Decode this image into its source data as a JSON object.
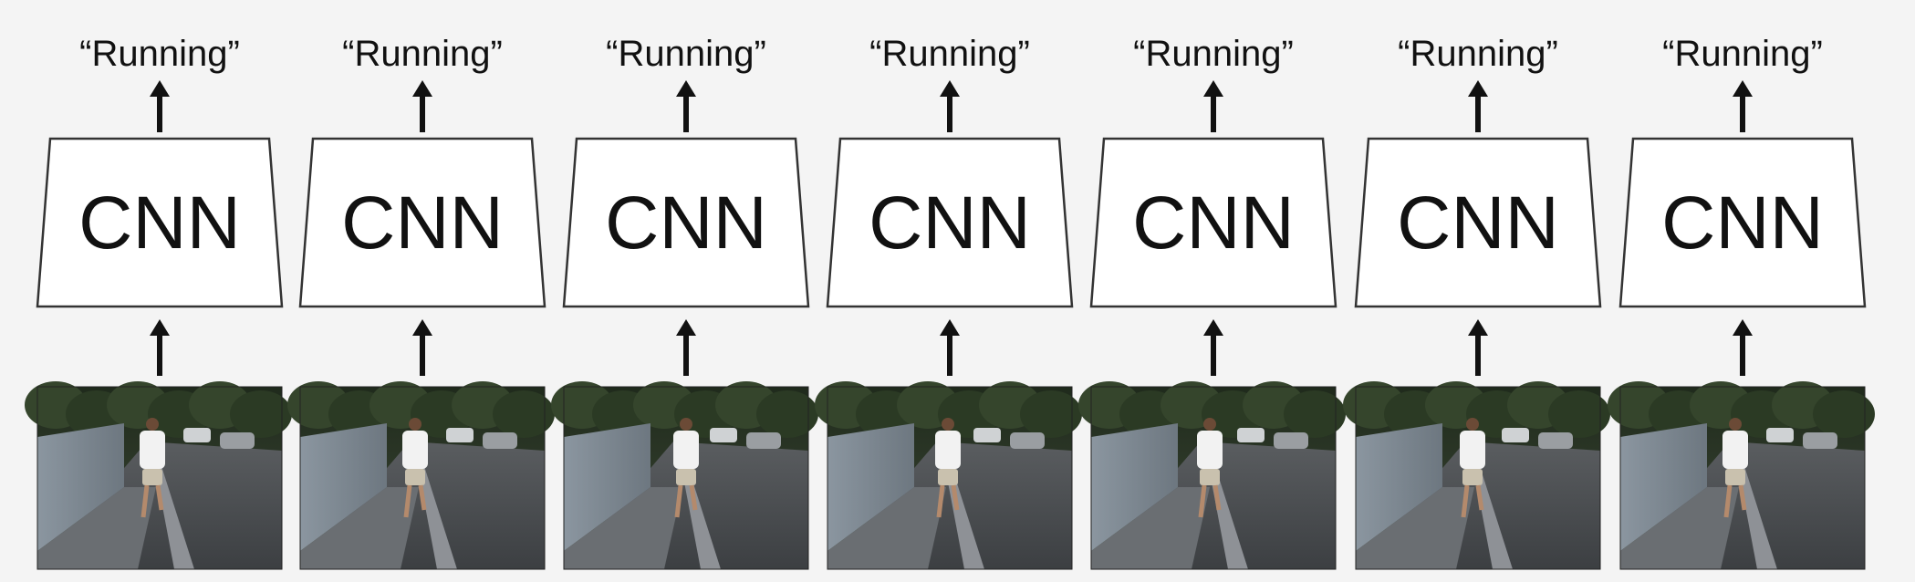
{
  "frames": [
    {
      "label": "“Running”",
      "model": "CNN"
    },
    {
      "label": "“Running”",
      "model": "CNN"
    },
    {
      "label": "“Running”",
      "model": "CNN"
    },
    {
      "label": "“Running”",
      "model": "CNN"
    },
    {
      "label": "“Running”",
      "model": "CNN"
    },
    {
      "label": "“Running”",
      "model": "CNN"
    },
    {
      "label": "“Running”",
      "model": "CNN"
    }
  ],
  "colors": {
    "background": "#f4f4f4",
    "ink": "#111111",
    "box_stroke": "#333333",
    "sky": "#2f3a2b",
    "wall": "#7f8a93",
    "road": "#4a4d50",
    "runner_shirt": "#f2f2f2",
    "runner_shorts": "#c9c1ae"
  }
}
